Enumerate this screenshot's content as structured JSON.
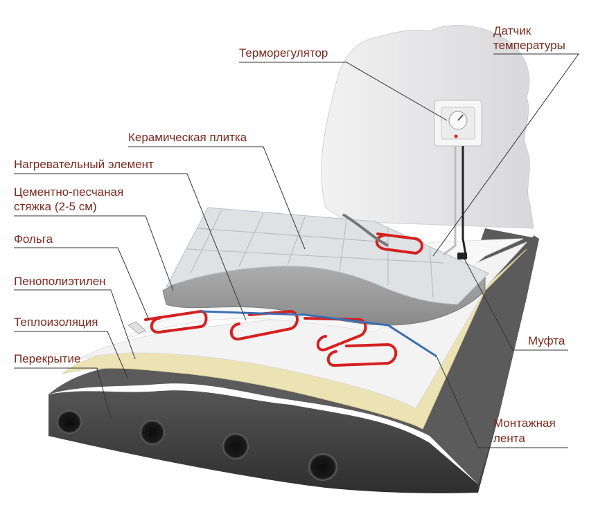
{
  "colors": {
    "label_text": "#7a2a1e",
    "leader_line": "#333333",
    "wall": "#e6e6e8",
    "tile": "#dcdfe2",
    "screed": "#9c9c9c",
    "foil": "#f1f1f1",
    "foam": "#e9e0c0",
    "insulation": "#ece5b6",
    "slab": "#4a4a4a",
    "heating_cable": "#d62020",
    "mounting_tape": "#3a6fb0"
  },
  "labels": {
    "thermostat": "Терморегулятор",
    "temp_sensor_line1": "Датчик",
    "temp_sensor_line2": "температуры",
    "ceramic_tile": "Керамическая плитка",
    "heating_element": "Нагревательный элемент",
    "screed_line1": "Цементно-песчаная",
    "screed_line2": "стяжка (2-5 см)",
    "foil": "Фольга",
    "pe_foam": "Пенополиэтилен",
    "insulation": "Теплоизоляция",
    "slab": "Перекрытие",
    "coupling": "Муфта",
    "tape_line1": "Монтажная",
    "tape_line2": "лента"
  },
  "icons": {
    "thermostat_dial": "thermostat-dial-icon"
  }
}
